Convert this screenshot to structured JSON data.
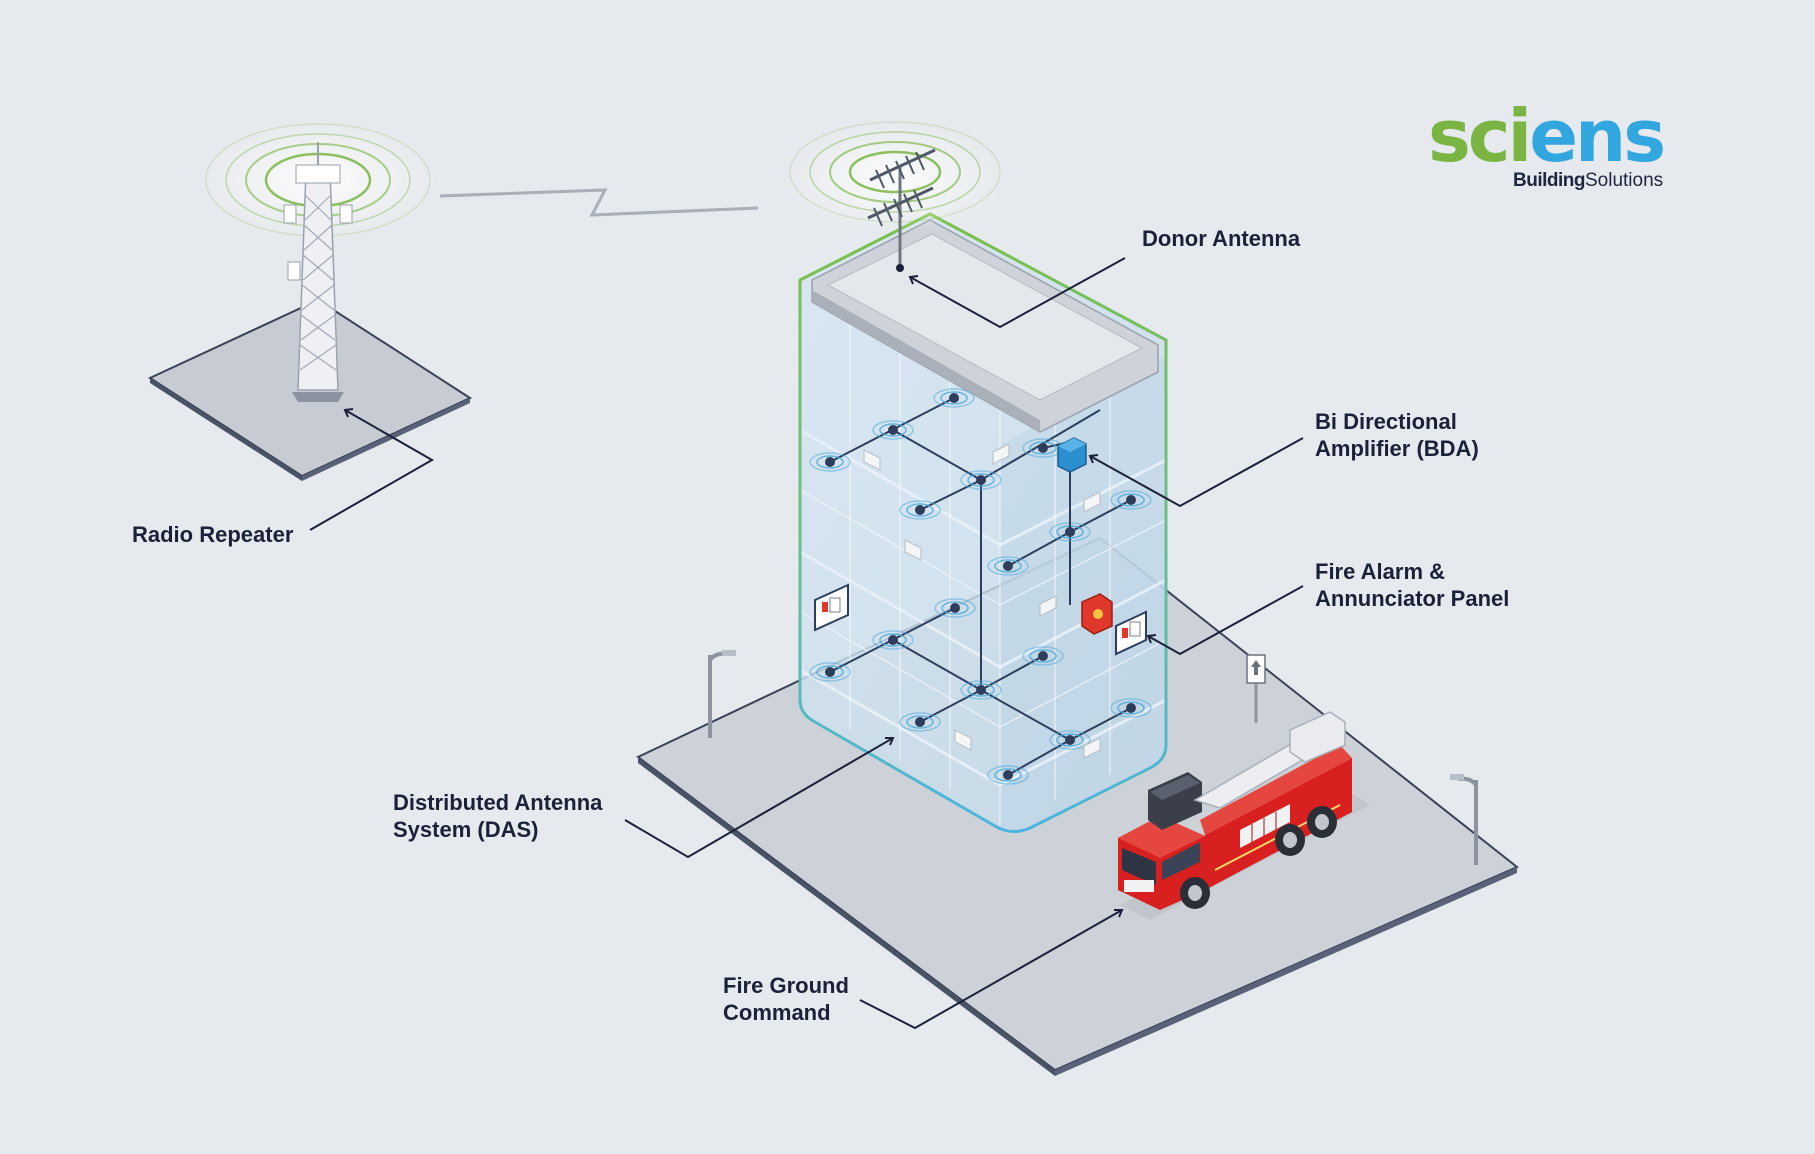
{
  "brand": {
    "word": "sciens",
    "word_colors": [
      "#7ab543",
      "#32a6de"
    ],
    "sub_bold": "Building",
    "sub_regular": "Solutions"
  },
  "labels": {
    "donor_antenna": "Donor Antenna",
    "bda_line1": "Bi Directional",
    "bda_line2": "Amplifier (BDA)",
    "fire_alarm_line1": "Fire Alarm &",
    "fire_alarm_line2": "Annunciator Panel",
    "radio_repeater": "Radio Repeater",
    "das_line1": "Distributed Antenna",
    "das_line2": "System (DAS)",
    "fire_ground_line1": "Fire Ground",
    "fire_ground_line2": "Command"
  },
  "colors": {
    "background": "#e6e9ed",
    "label_text": "#1b2138",
    "signal_green": "#7ab543",
    "building_outline_green": "#7ac046",
    "building_outline_blue": "#4ab5e0",
    "bda_blue": "#2b8fd0",
    "alarm_red": "#e0392b",
    "truck_red": "#d7201f",
    "node_navy": "#2c3e5c"
  }
}
